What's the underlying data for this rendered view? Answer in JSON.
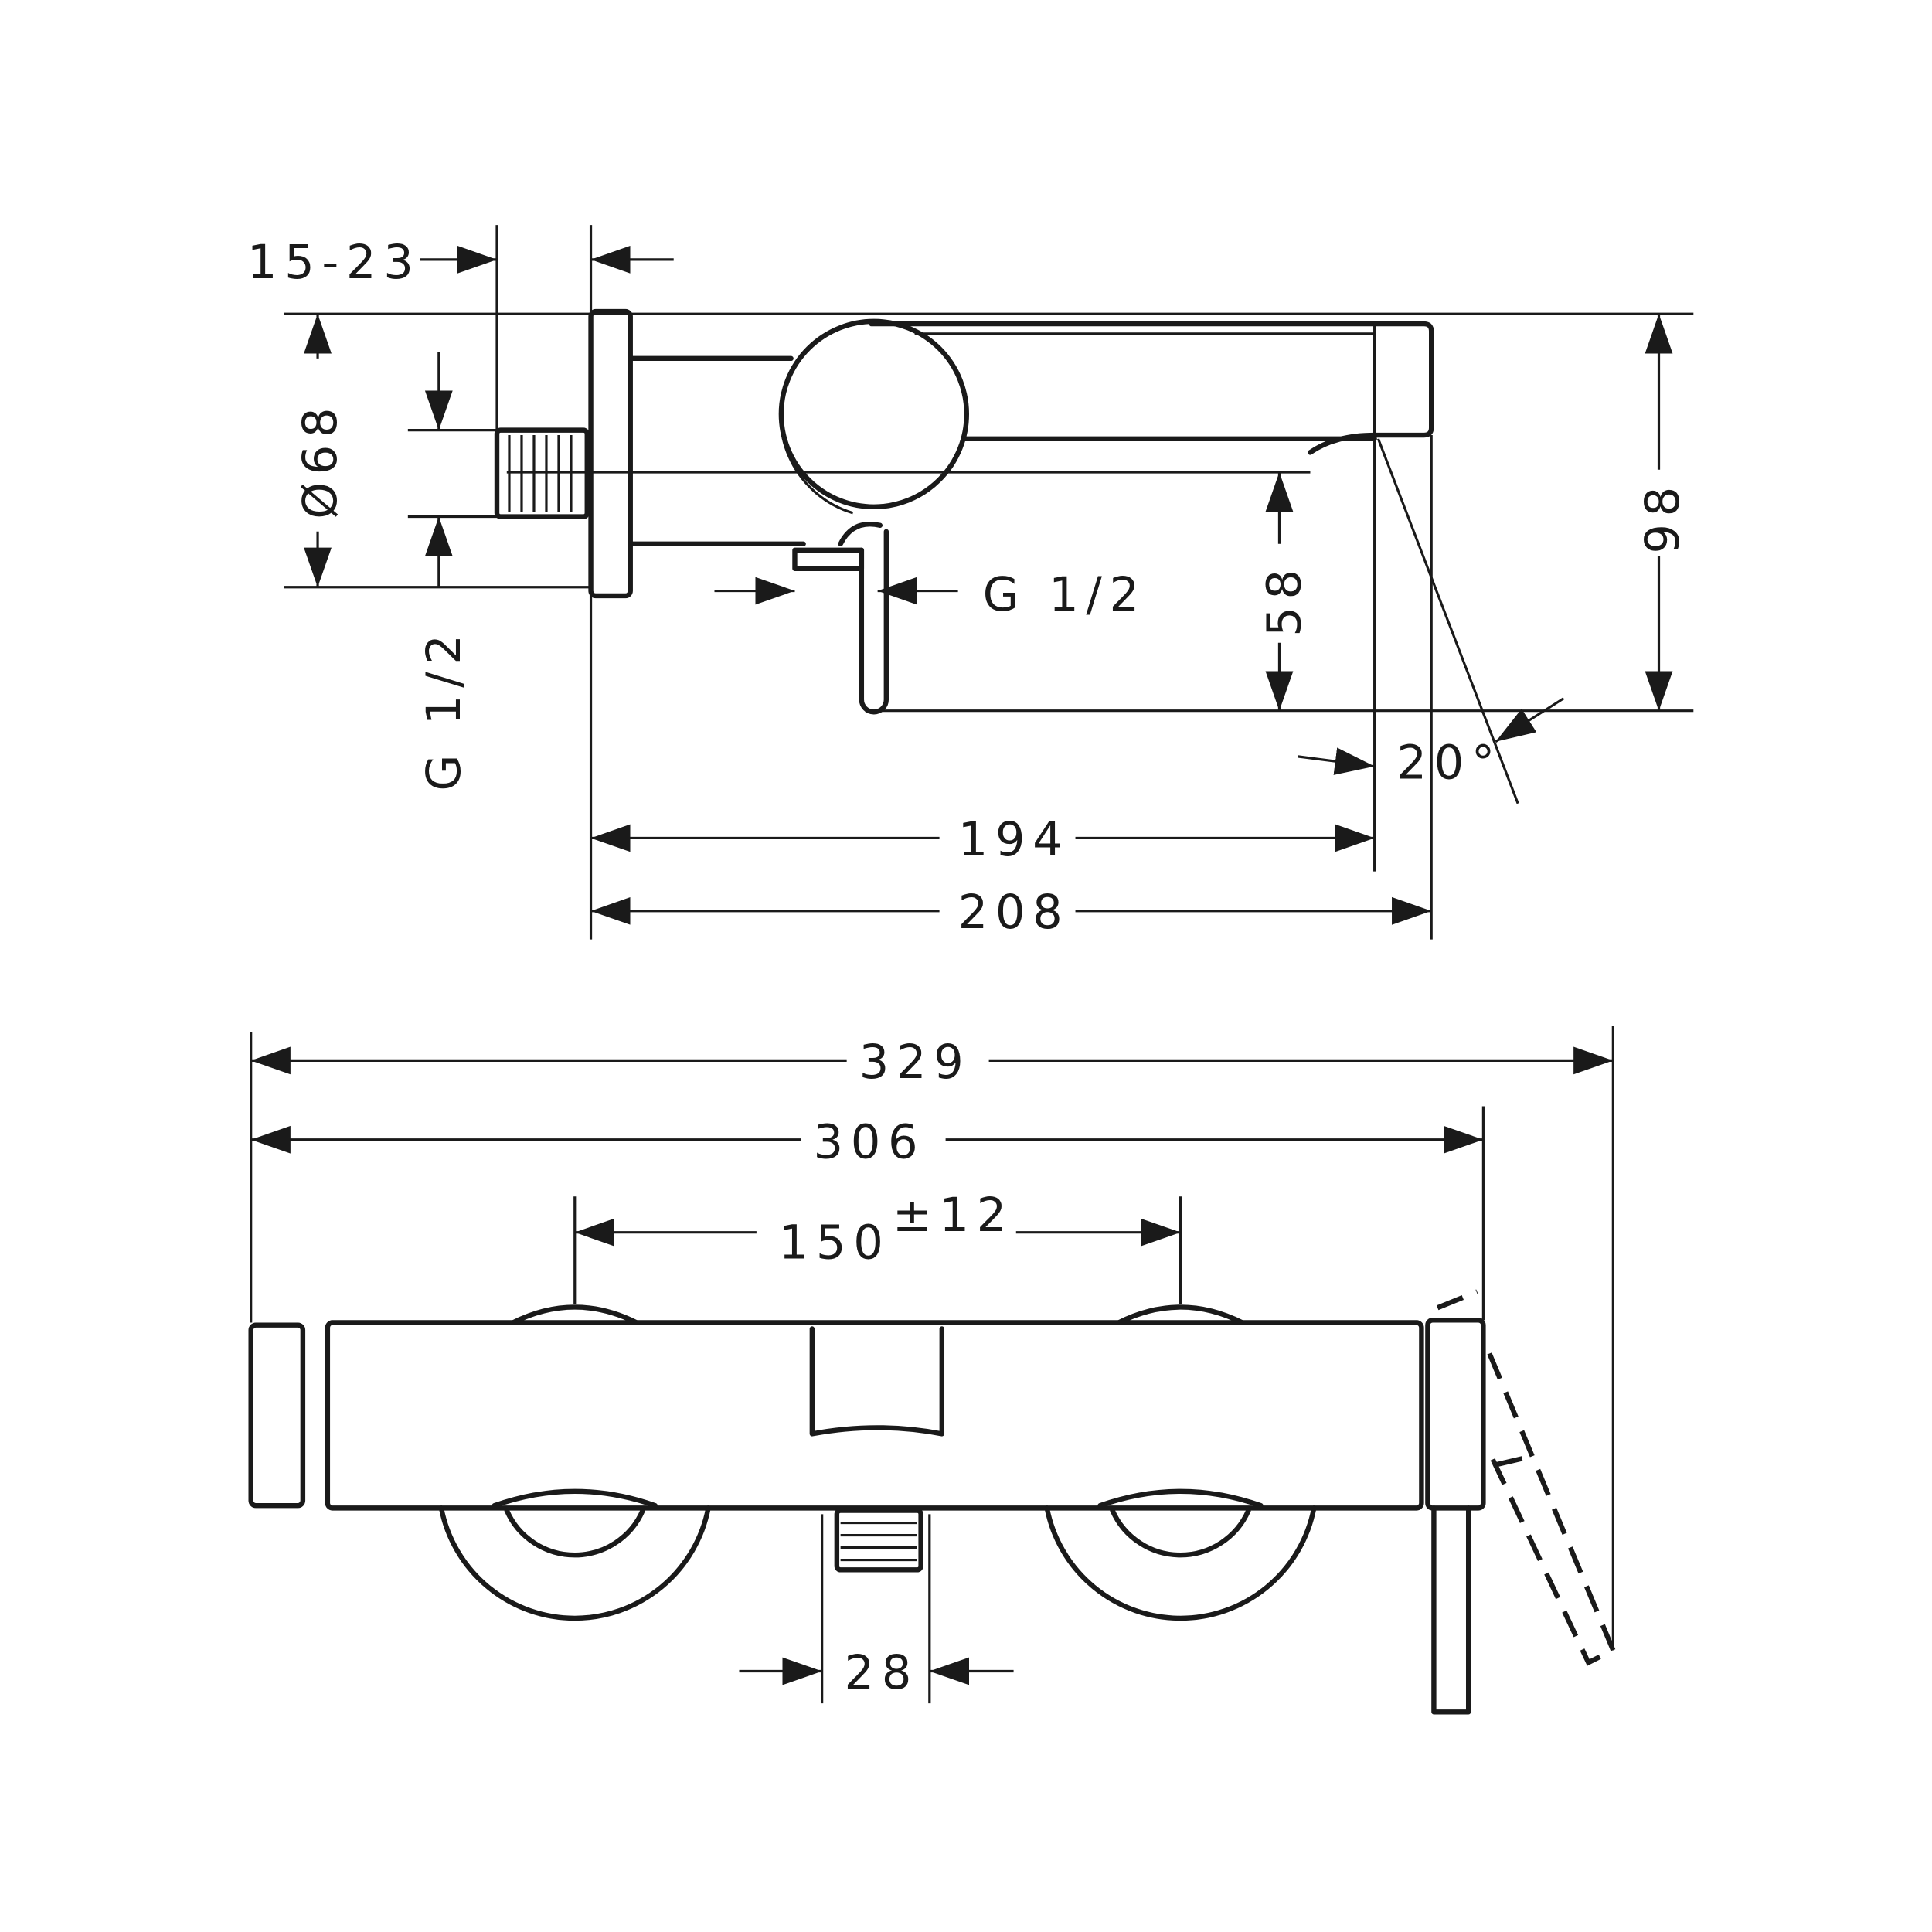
{
  "title": "Bath mixer dimension drawing",
  "side_view": {
    "wall_depth": "15-23",
    "rosette_diameter": "Ø68",
    "inlet_thread": "G 1/2",
    "outlet_thread": "G 1/2",
    "outlet_height": "58",
    "total_height": "98",
    "spout_projection": "194",
    "total_projection": "208",
    "spout_angle": "20°"
  },
  "front_view": {
    "total_width": "329",
    "body_width": "306",
    "inlet_spacing": "150",
    "inlet_tolerance": "±12",
    "outlet_width": "28"
  },
  "colors": {
    "line": "#1a1a1a",
    "background": "#ffffff"
  }
}
